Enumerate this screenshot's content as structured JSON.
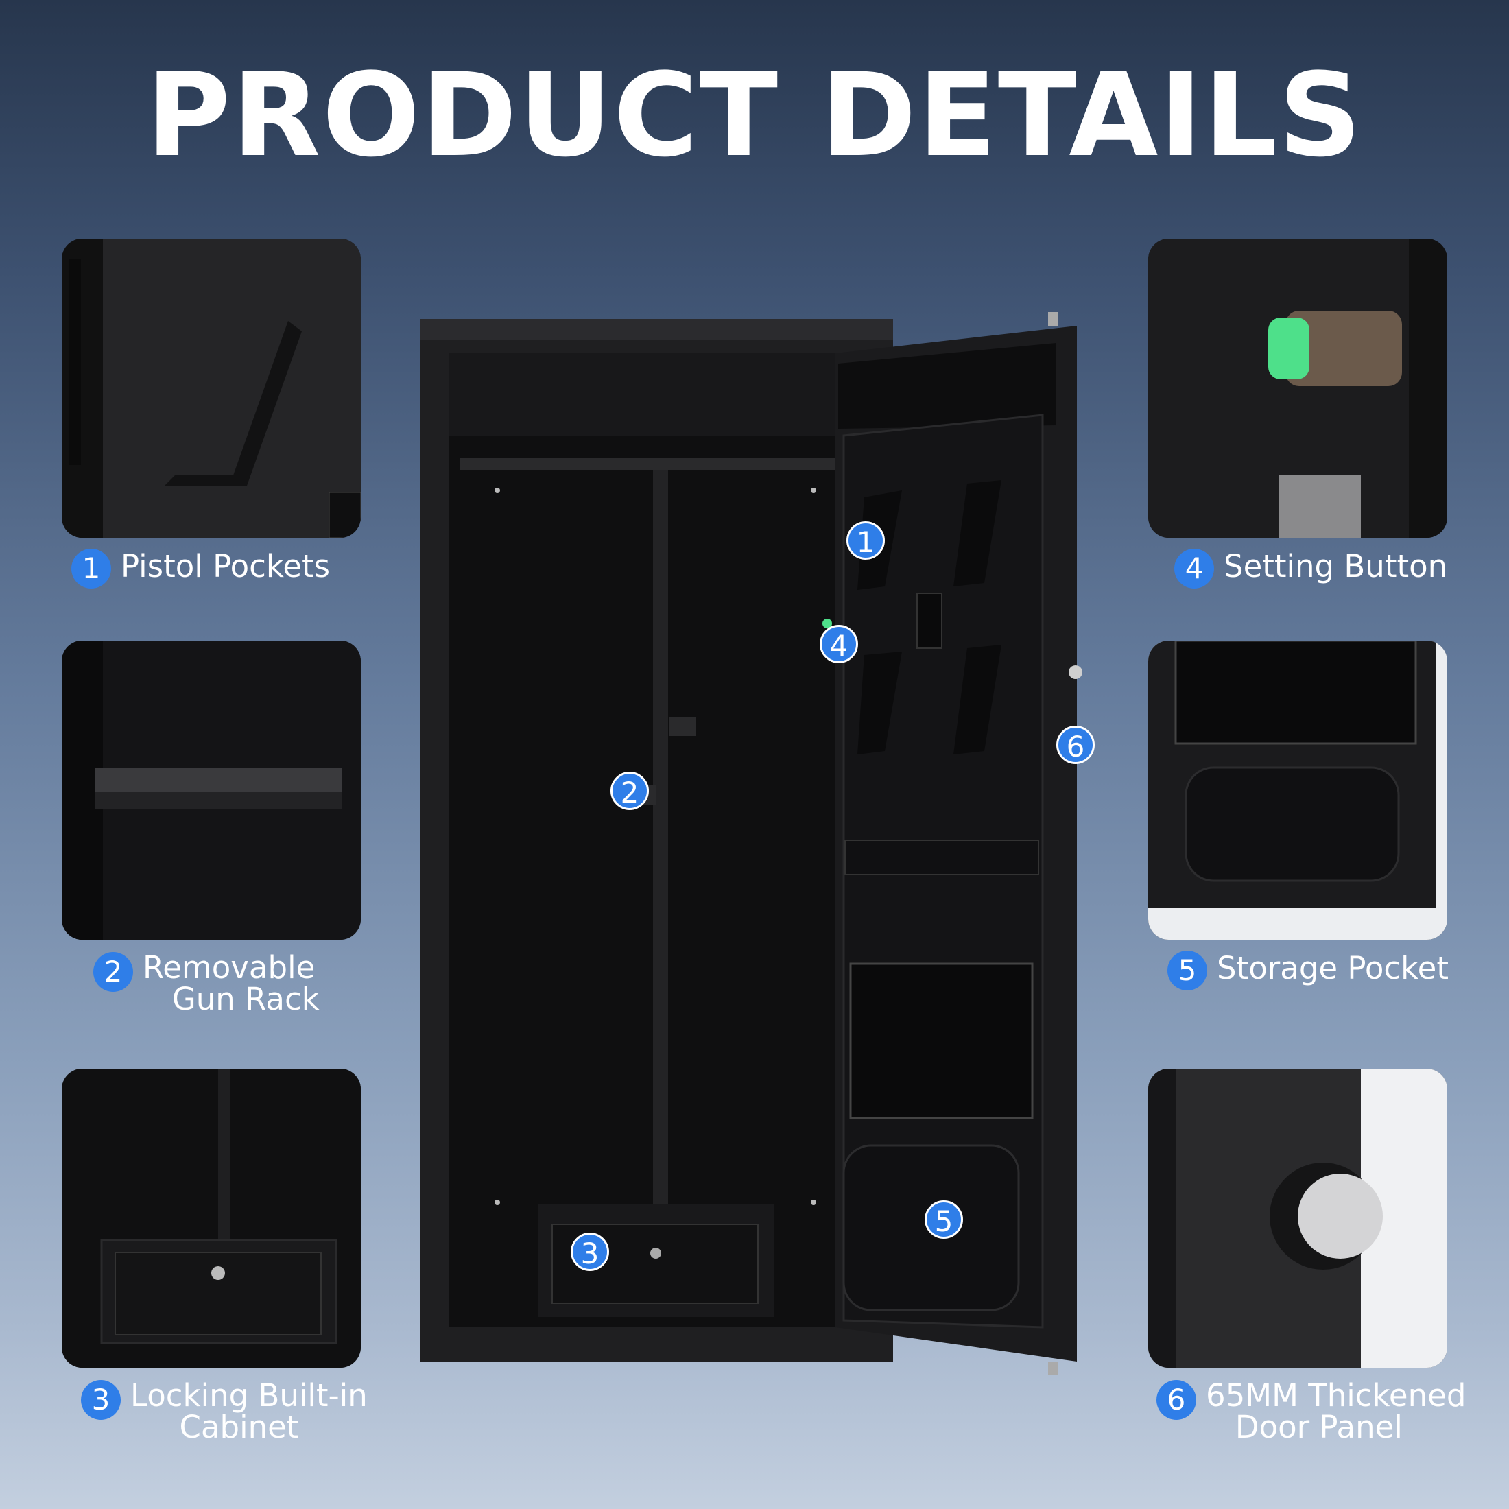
{
  "header": {
    "title": "PRODUCT DETAILS"
  },
  "features": [
    {
      "num": "1",
      "label": "Pistol Pockets"
    },
    {
      "num": "2",
      "label": "Removable\n   Gun Rack"
    },
    {
      "num": "3",
      "label": "Locking Built-in\n     Cabinet"
    },
    {
      "num": "4",
      "label": "Setting Button"
    },
    {
      "num": "5",
      "label": "Storage Pocket"
    },
    {
      "num": "6",
      "label": "65MM Thickened\n   Door Panel"
    }
  ],
  "markers": [
    "1",
    "2",
    "3",
    "4",
    "5",
    "6"
  ],
  "colors": {
    "badge": "#2f7ee8",
    "safe": "#151517",
    "accent_green": "#4ee08a"
  }
}
